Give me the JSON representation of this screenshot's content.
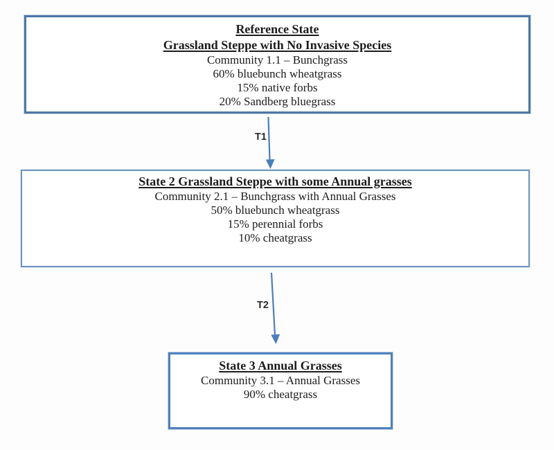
{
  "colors": {
    "box_border_strong": "#4c77a5",
    "box_border_light": "#7095bf",
    "box3_border": "#4f81bd",
    "arrow": "#4a7ebc",
    "text": "#1c1c1c"
  },
  "boxes": [
    {
      "id": "reference-state",
      "title_lines": [
        "Reference State",
        "Grassland Steppe with No Invasive Species"
      ],
      "body_lines": [
        "Community 1.1 – Bunchgrass",
        "60% bluebunch wheatgrass",
        "15% native forbs",
        "20% Sandberg bluegrass"
      ]
    },
    {
      "id": "state-2",
      "title_lines": [
        "State 2 Grassland Steppe with some Annual grasses"
      ],
      "body_lines": [
        "Community 2.1 – Bunchgrass with Annual Grasses",
        "50% bluebunch wheatgrass",
        "15% perennial forbs",
        "10% cheatgrass"
      ]
    },
    {
      "id": "state-3",
      "title_lines": [
        "State 3 Annual Grasses"
      ],
      "body_lines": [
        "Community 3.1 – Annual Grasses",
        "90% cheatgrass"
      ]
    }
  ],
  "transitions": [
    {
      "id": "T1",
      "label": "T1"
    },
    {
      "id": "T2",
      "label": "T2"
    }
  ]
}
